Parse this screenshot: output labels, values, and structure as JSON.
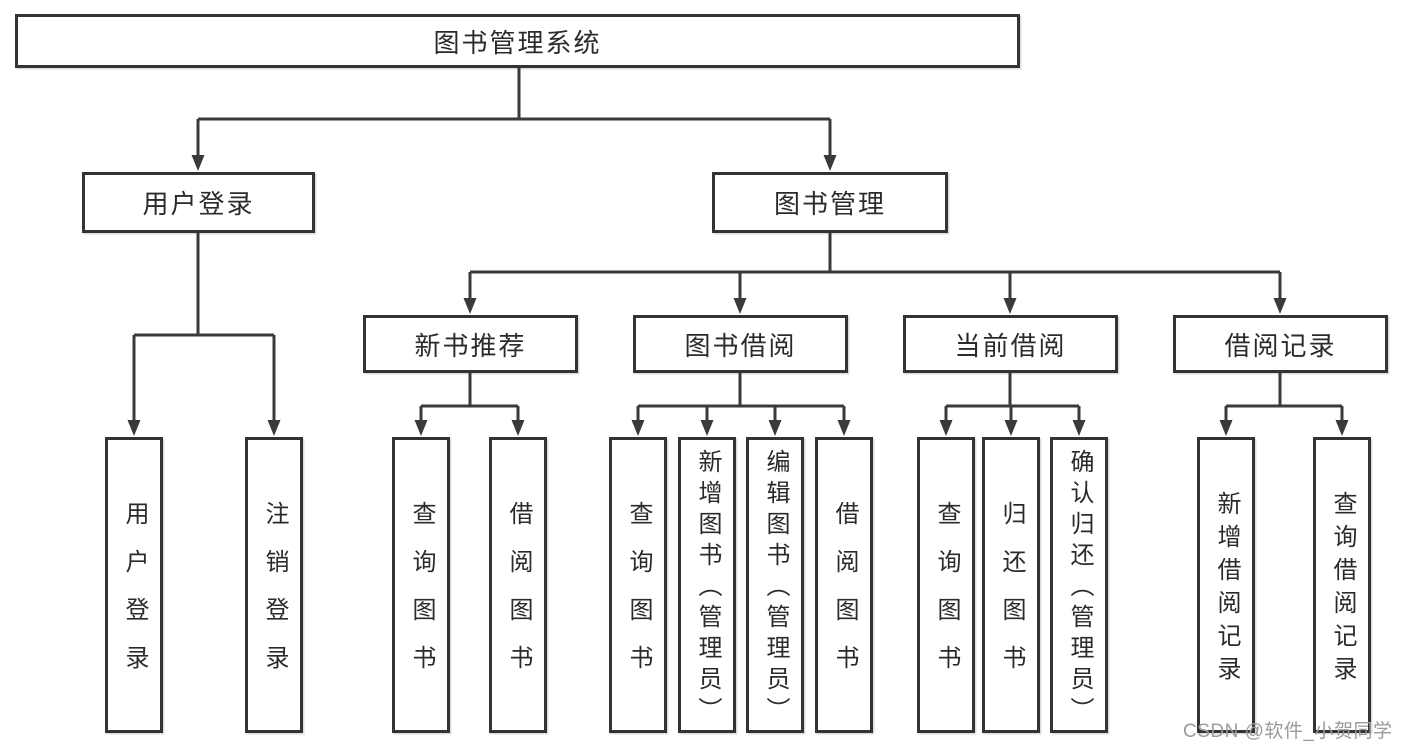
{
  "root": {
    "label": "图书管理系统"
  },
  "level2": {
    "user_login": "用户登录",
    "book_mgmt": "图书管理"
  },
  "level3": {
    "new_books": "新书推荐",
    "book_borrow": "图书借阅",
    "current_borrow": "当前借阅",
    "borrow_records": "借阅记录"
  },
  "leaves": {
    "user": [
      "用户登录",
      "注销登录"
    ],
    "new_books": [
      "查询图书",
      "借阅图书"
    ],
    "book_borrow": [
      "查询图书",
      "新增图书（管理员）",
      "编辑图书（管理员）",
      "借阅图书"
    ],
    "current_borrow": [
      "查询图书",
      "归还图书",
      "确认归还（管理员）"
    ],
    "borrow_records": [
      "新增借阅记录",
      "查询借阅记录"
    ]
  },
  "watermark": "CSDN @软件_小贺同学",
  "colors": {
    "line": "#3a3a3a",
    "border": "#333333",
    "watermark": "#9b9b9b",
    "background": "#ffffff"
  }
}
